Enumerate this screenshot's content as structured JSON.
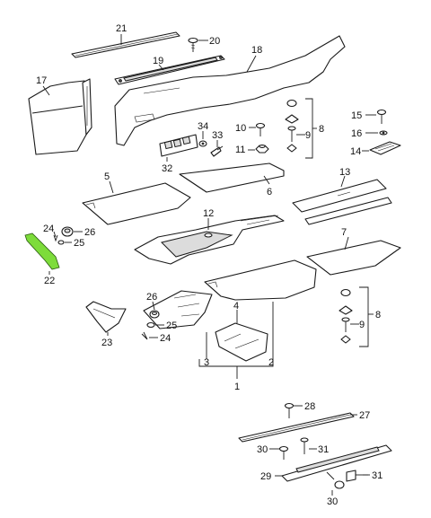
{
  "diagram": {
    "highlight_color": "#7ddc3a",
    "callouts": [
      {
        "id": "c21",
        "label": "21"
      },
      {
        "id": "c20",
        "label": "20"
      },
      {
        "id": "c18",
        "label": "18"
      },
      {
        "id": "c19",
        "label": "19"
      },
      {
        "id": "c17",
        "label": "17"
      },
      {
        "id": "c34",
        "label": "34"
      },
      {
        "id": "c33",
        "label": "33"
      },
      {
        "id": "c32",
        "label": "32"
      },
      {
        "id": "c10",
        "label": "10"
      },
      {
        "id": "c11",
        "label": "11"
      },
      {
        "id": "c8a",
        "label": "8"
      },
      {
        "id": "c9a",
        "label": "9"
      },
      {
        "id": "c15",
        "label": "15"
      },
      {
        "id": "c16",
        "label": "16"
      },
      {
        "id": "c14",
        "label": "14"
      },
      {
        "id": "c5",
        "label": "5"
      },
      {
        "id": "c6",
        "label": "6"
      },
      {
        "id": "c13",
        "label": "13"
      },
      {
        "id": "c12",
        "label": "12"
      },
      {
        "id": "c24a",
        "label": "24"
      },
      {
        "id": "c26a",
        "label": "26"
      },
      {
        "id": "c25a",
        "label": "25"
      },
      {
        "id": "c22",
        "label": "22"
      },
      {
        "id": "c7",
        "label": "7"
      },
      {
        "id": "c26b",
        "label": "26"
      },
      {
        "id": "c4",
        "label": "4"
      },
      {
        "id": "c25b",
        "label": "25"
      },
      {
        "id": "c24b",
        "label": "24"
      },
      {
        "id": "c23",
        "label": "23"
      },
      {
        "id": "c3",
        "label": "3"
      },
      {
        "id": "c2",
        "label": "2"
      },
      {
        "id": "c1",
        "label": "1"
      },
      {
        "id": "c8b",
        "label": "8"
      },
      {
        "id": "c9b",
        "label": "9"
      },
      {
        "id": "c28",
        "label": "28"
      },
      {
        "id": "c27",
        "label": "27"
      },
      {
        "id": "c30a",
        "label": "30"
      },
      {
        "id": "c31a",
        "label": "31"
      },
      {
        "id": "c29",
        "label": "29"
      },
      {
        "id": "c31b",
        "label": "31"
      },
      {
        "id": "c30b",
        "label": "30"
      }
    ]
  }
}
